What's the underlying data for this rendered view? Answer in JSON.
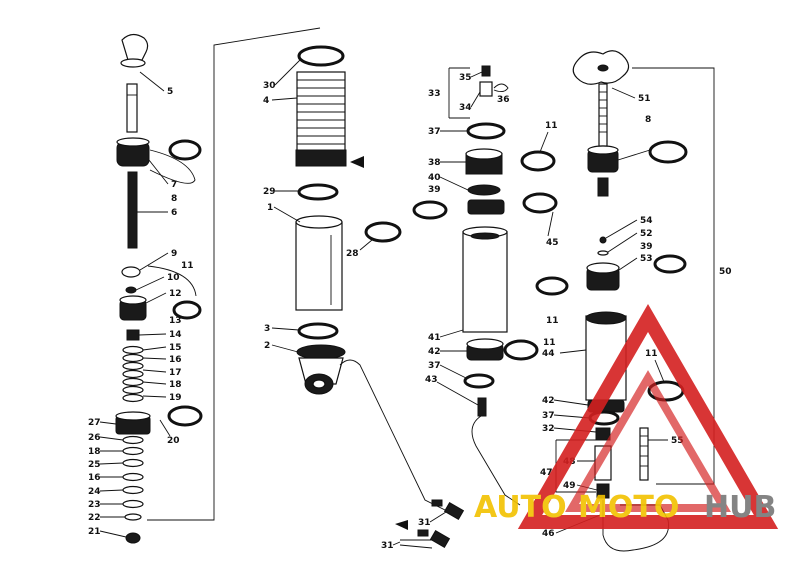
{
  "callouts": [
    "5",
    "7",
    "8",
    "6",
    "9",
    "10",
    "11",
    "12",
    "13",
    "14",
    "15",
    "16",
    "17",
    "18",
    "19",
    "27",
    "20",
    "26",
    "18",
    "25",
    "16",
    "24",
    "23",
    "22",
    "21",
    "30",
    "4",
    "29",
    "1",
    "28",
    "3",
    "2",
    "33",
    "35",
    "36",
    "34",
    "37",
    "11",
    "38",
    "40",
    "39",
    "45",
    "41",
    "42",
    "11",
    "37",
    "43",
    "51",
    "8",
    "54",
    "52",
    "39",
    "53",
    "11",
    "50",
    "44",
    "11",
    "42",
    "37",
    "32",
    "55",
    "48",
    "47",
    "49",
    "46",
    "31",
    "31"
  ],
  "watermark": {
    "brand_a": "AUTO",
    "brand_b": "MOTO",
    "brand_c": "HUB",
    "color_red": "#d42020",
    "color_gray": "#777777",
    "color_yellow": "#f2c200"
  }
}
